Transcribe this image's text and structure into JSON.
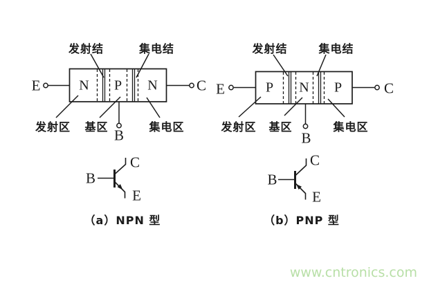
{
  "figure": {
    "line_color": "#1b1b1b",
    "background_color": "#ffffff"
  },
  "watermark": {
    "text": "www.cntronics.com",
    "color": "#b8dfa7"
  },
  "diagrams": [
    {
      "caption": "（a）NPN 型",
      "regions": [
        "N",
        "P",
        "N"
      ],
      "labels": {
        "emitter_junction": "发射结",
        "collector_junction": "集电结",
        "emitter_region": "发射区",
        "base_region": "基区",
        "collector_region": "集电区"
      },
      "terminals": {
        "emitter": "E",
        "base": "B",
        "collector": "C"
      },
      "symbol": {
        "base": "B",
        "collector": "C",
        "emitter": "E"
      }
    },
    {
      "caption": "（b）PNP 型",
      "regions": [
        "P",
        "N",
        "P"
      ],
      "labels": {
        "emitter_junction": "发射结",
        "collector_junction": "集电结",
        "emitter_region": "发射区",
        "base_region": "基区",
        "collector_region": "集电区"
      },
      "terminals": {
        "emitter": "E",
        "base": "B",
        "collector": "C"
      },
      "symbol": {
        "base": "B",
        "collector": "C",
        "emitter": "E"
      }
    }
  ]
}
